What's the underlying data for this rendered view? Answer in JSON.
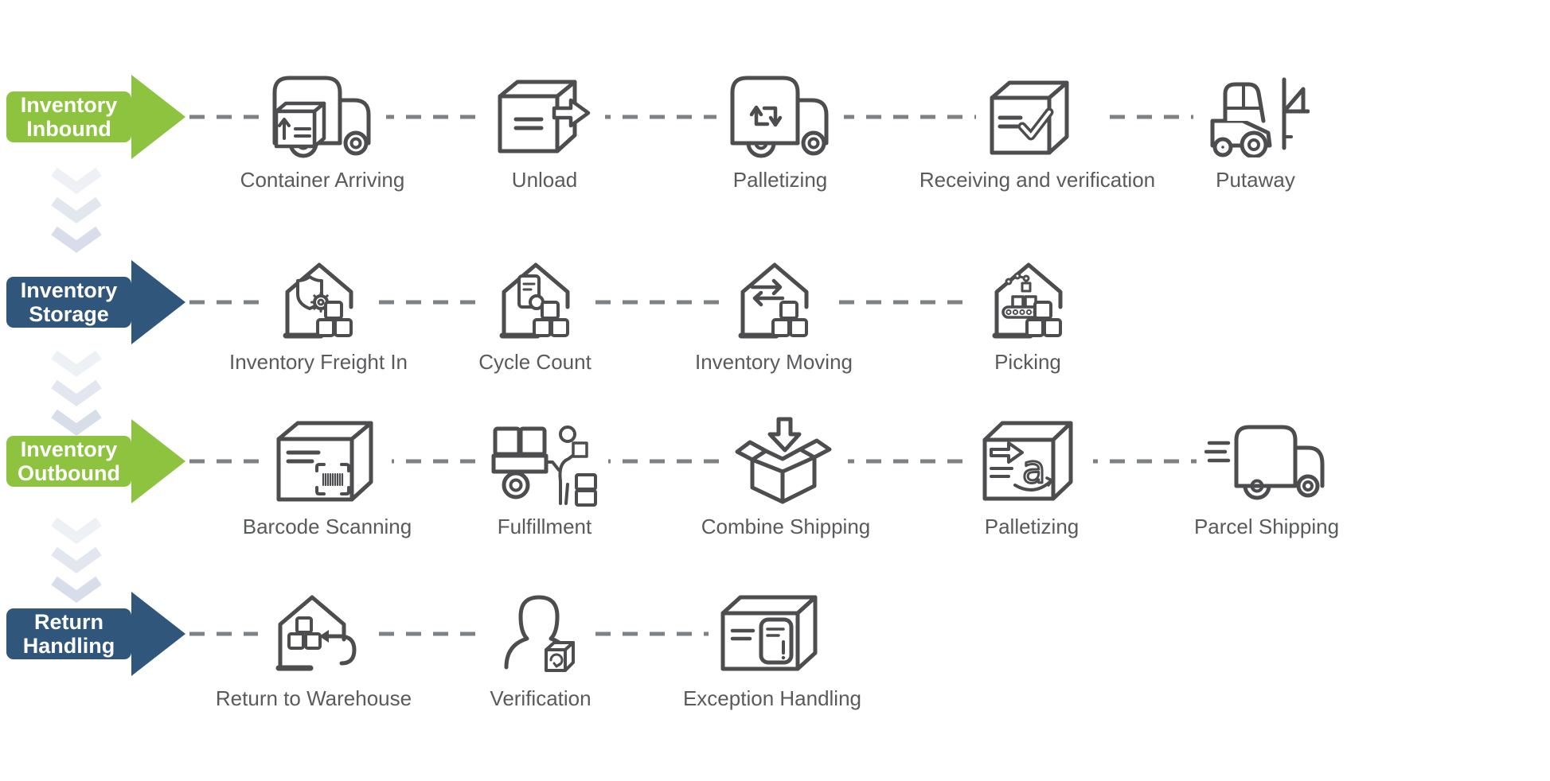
{
  "colors": {
    "green_band": "#8DC33F",
    "blue_band": "#30567C",
    "icon_stroke": "#4d4d4f",
    "connector": "#7e8184",
    "label_text": "#595a5c",
    "chevrons": [
      "#EDF0F5",
      "#E2E7EF",
      "#D7DEE9"
    ]
  },
  "flow": {
    "rows": [
      {
        "label": "Inventory Inbound",
        "lines": [
          "Inventory",
          "Inbound"
        ],
        "color": "green",
        "steps": [
          {
            "label": "Container Arriving"
          },
          {
            "label": "Unload"
          },
          {
            "label": "Palletizing"
          },
          {
            "label": "Receiving and verification"
          },
          {
            "label": "Putaway"
          }
        ]
      },
      {
        "label": "Inventory Storage",
        "lines": [
          "Inventory",
          "Storage"
        ],
        "color": "blue",
        "steps": [
          {
            "label": "Inventory Freight In"
          },
          {
            "label": "Cycle Count"
          },
          {
            "label": "Inventory Moving"
          },
          {
            "label": "Picking"
          }
        ]
      },
      {
        "label": "Inventory Outbound",
        "lines": [
          "Inventory",
          "Outbound"
        ],
        "color": "green",
        "steps": [
          {
            "label": "Barcode Scanning"
          },
          {
            "label": "Fulfillment"
          },
          {
            "label": "Combine Shipping"
          },
          {
            "label": "Palletizing"
          },
          {
            "label": "Parcel Shipping"
          }
        ]
      },
      {
        "label": "Return Handling",
        "lines": [
          "Return",
          "Handling"
        ],
        "color": "blue",
        "steps": [
          {
            "label": "Return to Warehouse"
          },
          {
            "label": "Verification"
          },
          {
            "label": "Exception Handling"
          }
        ]
      }
    ]
  }
}
